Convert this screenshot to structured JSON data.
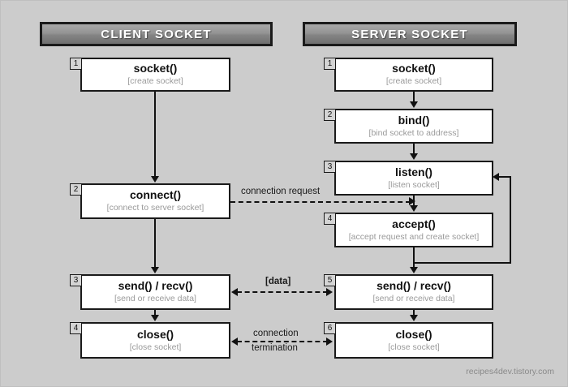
{
  "diagram": {
    "columns": [
      {
        "id": "client",
        "header": "CLIENT SOCKET"
      },
      {
        "id": "server",
        "header": "SERVER SOCKET"
      }
    ],
    "client_steps": [
      {
        "num": "1",
        "title": "socket()",
        "sub": "[create socket]"
      },
      {
        "num": "2",
        "title": "connect()",
        "sub": "[connect to server socket]"
      },
      {
        "num": "3",
        "title": "send() / recv()",
        "sub": "[send or receive data]"
      },
      {
        "num": "4",
        "title": "close()",
        "sub": "[close socket]"
      }
    ],
    "server_steps": [
      {
        "num": "1",
        "title": "socket()",
        "sub": "[create socket]"
      },
      {
        "num": "2",
        "title": "bind()",
        "sub": "[bind socket to address]"
      },
      {
        "num": "3",
        "title": "listen()",
        "sub": "[listen socket]"
      },
      {
        "num": "4",
        "title": "accept()",
        "sub": "[accept request and create socket]"
      },
      {
        "num": "5",
        "title": "send() / recv()",
        "sub": "[send or receive data]"
      },
      {
        "num": "6",
        "title": "close()",
        "sub": "[close socket]"
      }
    ],
    "messages": [
      {
        "id": "connection-request",
        "label": "connection request"
      },
      {
        "id": "data",
        "label": "[data]"
      },
      {
        "id": "connection-termination-line1",
        "label": "connection"
      },
      {
        "id": "connection-termination-line2",
        "label": "termination"
      }
    ],
    "footer": "recipes4dev.tistory.com",
    "colors": {
      "background": "#cccccc",
      "box_fill": "#ffffff",
      "line": "#111111",
      "sub_text": "#9a9a9a",
      "header_text": "#ffffff"
    }
  }
}
